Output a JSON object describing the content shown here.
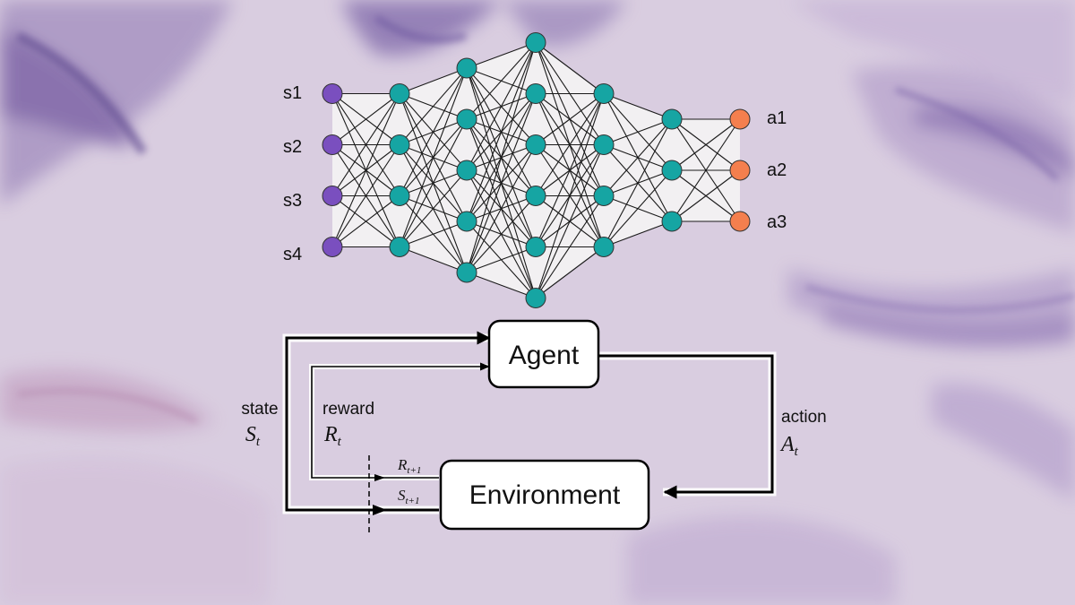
{
  "network": {
    "layers": [
      {
        "kind": "input",
        "nodes": 4,
        "color": "#7a4fbf"
      },
      {
        "kind": "hidden",
        "nodes": 4,
        "color": "#16a5a3"
      },
      {
        "kind": "hidden",
        "nodes": 5,
        "color": "#16a5a3"
      },
      {
        "kind": "hidden",
        "nodes": 6,
        "color": "#16a5a3"
      },
      {
        "kind": "hidden",
        "nodes": 4,
        "color": "#16a5a3"
      },
      {
        "kind": "hidden",
        "nodes": 3,
        "color": "#16a5a3"
      },
      {
        "kind": "output",
        "nodes": 3,
        "color": "#f47f4e"
      }
    ],
    "input_labels": [
      "s1",
      "s2",
      "s3",
      "s4"
    ],
    "output_labels": [
      "a1",
      "a2",
      "a3"
    ]
  },
  "loop": {
    "agent_label": "Agent",
    "environment_label": "Environment",
    "state_word": "state",
    "state_symbol": "S",
    "state_sub": "t",
    "reward_word": "reward",
    "reward_symbol": "R",
    "reward_sub": "t",
    "action_word": "action",
    "action_symbol": "A",
    "action_sub": "t",
    "next_reward_symbol": "R",
    "next_reward_sub": "t+1",
    "next_state_symbol": "S",
    "next_state_sub": "t+1"
  }
}
